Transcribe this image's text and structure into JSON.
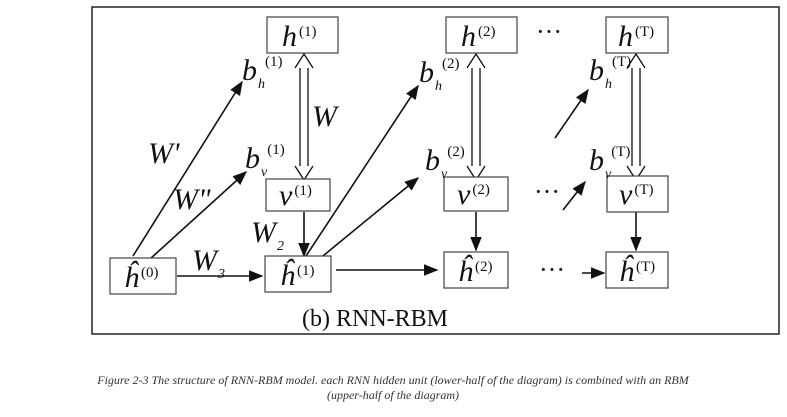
{
  "diagram": {
    "panel_label": "(b) RNN-RBM",
    "ellipsis": "···",
    "visible_nodes": [
      {
        "id": "h1",
        "base": "h",
        "sup": "(1)"
      },
      {
        "id": "h2",
        "base": "h",
        "sup": "(2)"
      },
      {
        "id": "hT",
        "base": "h",
        "sup": "(T)"
      },
      {
        "id": "v1",
        "base": "v",
        "sup": "(1)"
      },
      {
        "id": "v2",
        "base": "v",
        "sup": "(2)"
      },
      {
        "id": "vT",
        "base": "v",
        "sup": "(T)"
      }
    ],
    "rnn_nodes": [
      {
        "id": "hh0",
        "base": "ĥ",
        "sup": "(0)"
      },
      {
        "id": "hh1",
        "base": "ĥ",
        "sup": "(1)"
      },
      {
        "id": "hh2",
        "base": "ĥ",
        "sup": "(2)"
      },
      {
        "id": "hhT",
        "base": "ĥ",
        "sup": "(T)"
      }
    ],
    "bias_labels": [
      {
        "id": "bh1",
        "base": "b",
        "sub": "h",
        "sup": "(1)"
      },
      {
        "id": "bv1",
        "base": "b",
        "sub": "v",
        "sup": "(1)"
      },
      {
        "id": "bh2",
        "base": "b",
        "sub": "h",
        "sup": "(2)"
      },
      {
        "id": "bv2",
        "base": "b",
        "sub": "v",
        "sup": "(2)"
      },
      {
        "id": "bhT",
        "base": "b",
        "sub": "h",
        "sup": "(T)"
      },
      {
        "id": "bvT",
        "base": "b",
        "sub": "v",
        "sup": "(T)"
      }
    ],
    "weight_labels": {
      "w": "W",
      "w_prime": "W'",
      "w_double_prime": "W\"",
      "w2": {
        "base": "W",
        "sub": "2"
      },
      "w3": {
        "base": "W",
        "sub": "3"
      }
    }
  },
  "caption": {
    "line1": "Figure 2-3 The structure of RNN-RBM model. each RNN hidden unit (lower-half of the diagram) is combined with an RBM",
    "line2": "(upper-half of the diagram)"
  }
}
